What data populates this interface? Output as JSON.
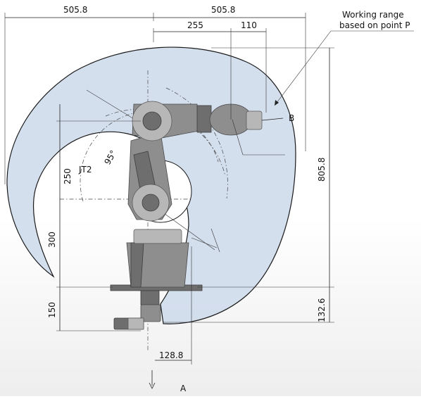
{
  "dimensions": {
    "left_reach": "505.8",
    "right_reach": "505.8",
    "offset_255": "255",
    "offset_110": "110",
    "arm_250": "250",
    "arm_300": "300",
    "base_150": "150",
    "height_805": "805.8",
    "height_132": "132.6",
    "width_128": "128.8"
  },
  "labels": {
    "working_range_line1": "Working range",
    "working_range_line2": "based on point P",
    "point_b": "B",
    "view_a": "A",
    "joint": "JT2",
    "angle": "95°"
  },
  "colors": {
    "working_range_fill": "#cfdcec",
    "working_range_stroke": "#1a1a1a",
    "robot_body": "#8e8e8e"
  }
}
